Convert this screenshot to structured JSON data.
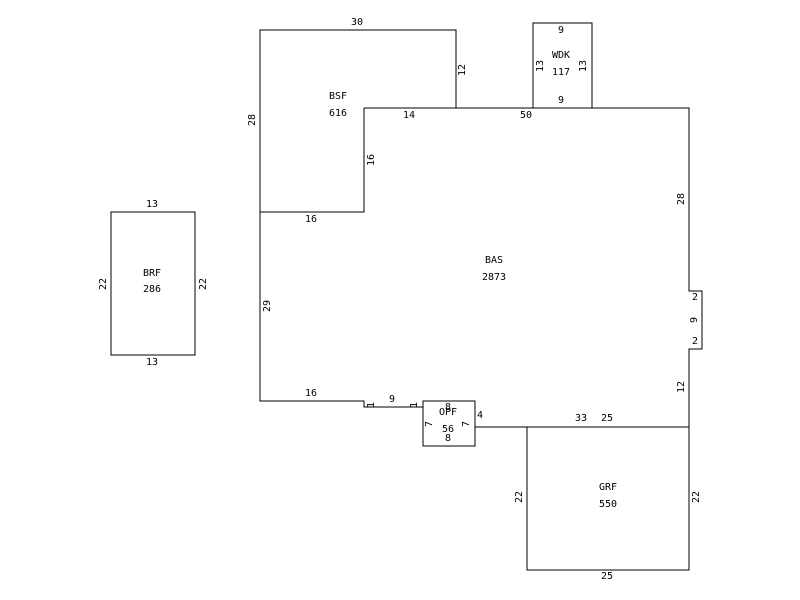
{
  "areas": {
    "bsf": {
      "code": "BSF",
      "area": "616"
    },
    "wdk": {
      "code": "WDK",
      "area": "117"
    },
    "bas": {
      "code": "BAS",
      "area": "2873"
    },
    "brf": {
      "code": "BRF",
      "area": "286"
    },
    "opf": {
      "code": "OPF",
      "area": "56"
    },
    "grf": {
      "code": "GRF",
      "area": "550"
    }
  },
  "dimensions": {
    "bsf_top": "30",
    "bsf_right": "12",
    "bsf_left": "28",
    "bsf_inner_vertical": "16",
    "bsf_bottom": "16",
    "bas_top_a": "14",
    "bas_top_b": "50",
    "wdk_top": "9",
    "wdk_left": "13",
    "wdk_right": "13",
    "wdk_bottom": "9",
    "bas_right_upper": "28",
    "bas_notch_top": "2",
    "bas_notch_side": "9",
    "bas_notch_bottom": "2",
    "bas_right_lower": "12",
    "bas_left": "29",
    "bas_bottom_left": "16",
    "bas_step_left": "1",
    "bas_step_bottom": "9",
    "bas_step_right": "1",
    "opf_top": "8",
    "opf_left": "7",
    "opf_right": "7",
    "opf_bottom": "8",
    "opf_step": "4",
    "bas_bottom_right": "33",
    "grf_top": "25",
    "grf_left": "22",
    "grf_right": "22",
    "grf_bottom": "25",
    "brf_top": "13",
    "brf_left": "22",
    "brf_right": "22",
    "brf_bottom": "13"
  }
}
